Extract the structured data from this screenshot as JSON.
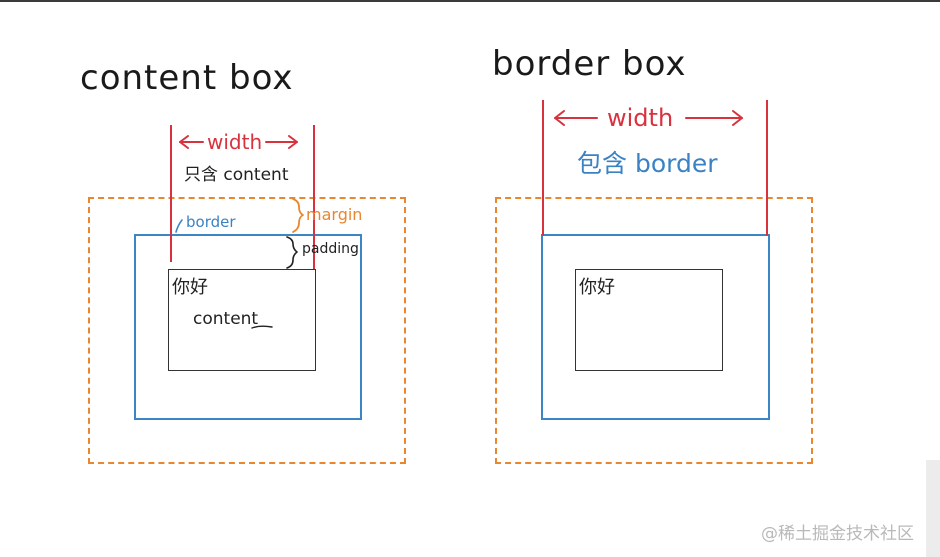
{
  "left_diagram": {
    "title": "content box",
    "width_label": "width",
    "width_note": "只含 content",
    "border_label": "border",
    "margin_label": "margin",
    "padding_label": "padding",
    "inner_text": "你好",
    "content_label": "content"
  },
  "right_diagram": {
    "title": "border box",
    "width_label": "width",
    "width_note": "包含 border",
    "inner_text": "你好"
  },
  "watermark": "@稀土掘金技术社区",
  "colors": {
    "width_lines": "#d9323f",
    "border": "#3d86c6",
    "margin": "#e8872f",
    "content": "#333333"
  }
}
